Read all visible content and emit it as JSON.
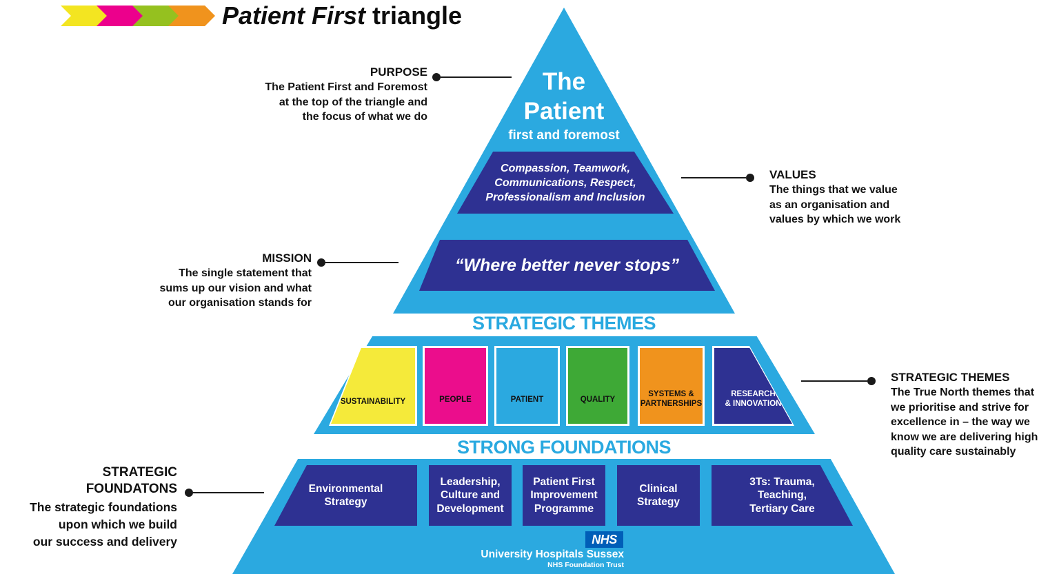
{
  "colors": {
    "light_blue": "#2BA9E0",
    "navy": "#2E3192",
    "label_blue": "#29A9E0",
    "nhs_blue": "#005EB8",
    "chevron_yellow": "#F3E521",
    "chevron_magenta": "#EC008C",
    "chevron_green": "#95C11F",
    "chevron_orange": "#F0931D"
  },
  "header": {
    "title_italic": "Patient First",
    "title_regular": " triangle"
  },
  "pyramid": {
    "top_line1": "The",
    "top_line2": "Patient",
    "top_line3": "first and foremost",
    "values_text": "Compassion, Teamwork,\nCommunications, Respect,\nProfessionalism and Inclusion",
    "mission_text": "“Where better never stops”"
  },
  "section_labels": {
    "themes": "STRATEGIC THEMES",
    "foundations": "STRONG FOUNDATIONS"
  },
  "themes": [
    {
      "label": "SUSTAINABILITY",
      "color": "#F5EA3A",
      "text_color": "#111111"
    },
    {
      "label": "PEOPLE",
      "color": "#EB0D8C",
      "text_color": "#111111"
    },
    {
      "label": "PATIENT",
      "color": "#2BA9E0",
      "text_color": "#111111"
    },
    {
      "label": "QUALITY",
      "color": "#3EA936",
      "text_color": "#111111"
    },
    {
      "label": "SYSTEMS &\nPARTNERSHIPS",
      "color": "#F0931D",
      "text_color": "#111111"
    },
    {
      "label": "RESEARCH\n& INNOVATION",
      "color": "#2E3192",
      "text_color": "#FFFFFF"
    }
  ],
  "foundations": [
    {
      "label": "Environmental\nStrategy"
    },
    {
      "label": "Leadership,\nCulture and\nDevelopment"
    },
    {
      "label": "Patient First\nImprovement\nProgramme"
    },
    {
      "label": "Clinical\nStrategy"
    },
    {
      "label": "3Ts: Trauma,\nTeaching,\nTertiary Care"
    }
  ],
  "annotations": {
    "purpose": {
      "heading": "PURPOSE",
      "body": "The Patient First and Foremost\nat the top of the triangle and\nthe focus of what we do"
    },
    "values": {
      "heading": "VALUES",
      "body": "The things that we value\nas an organisation and\nvalues by which we work"
    },
    "mission": {
      "heading": "MISSION",
      "body": "The single statement that\nsums up our vision and what\nour organisation stands for"
    },
    "strategic_themes": {
      "heading": "STRATEGIC THEMES",
      "body": "The True North themes that\nwe prioritise and strive for\nexcellence in – the way we\nknow we are delivering high\nquality care sustainably"
    },
    "strategic_foundations": {
      "heading": "STRATEGIC\nFOUNDATONS",
      "body": "The strategic foundations\nupon which we build\nour success and delivery"
    }
  },
  "footer": {
    "nhs_logo": "NHS",
    "org_name": "University Hospitals Sussex",
    "org_sub": "NHS Foundation Trust"
  }
}
